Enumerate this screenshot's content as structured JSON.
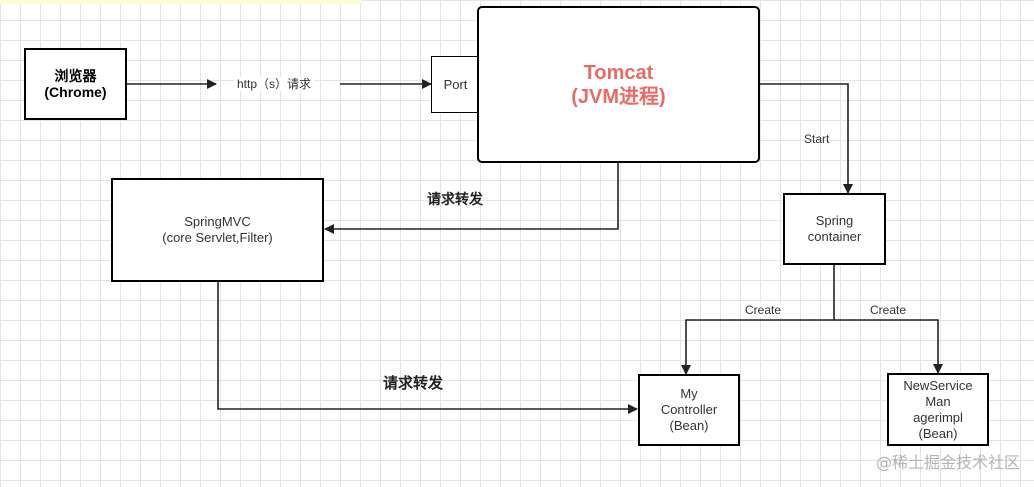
{
  "nodes": {
    "browser": {
      "line1": "浏览器",
      "line2": "(Chrome)"
    },
    "port": {
      "label": "Port"
    },
    "tomcat": {
      "line1": "Tomcat",
      "line2": "(JVM进程)"
    },
    "springmvc": {
      "line1": "SpringMVC",
      "line2": "(core Servlet,Filter)"
    },
    "spring_container": {
      "line1": "Spring",
      "line2": "container"
    },
    "my_controller": {
      "line1": "My",
      "line2": "Controller",
      "line3": "(Bean)"
    },
    "new_service": {
      "line1": "NewService",
      "line2": "Man",
      "line3": "agerimpl",
      "line4": "(Bean)"
    }
  },
  "edges": {
    "http_request": "http（s）请求",
    "forward_1": "请求转发",
    "forward_2": "请求转发",
    "start": "Start",
    "create_1": "Create",
    "create_2": "Create"
  },
  "colors": {
    "tomcat_text": "#ea6b66",
    "line": "#222222"
  },
  "watermark": "@稀土掘金技术社区"
}
